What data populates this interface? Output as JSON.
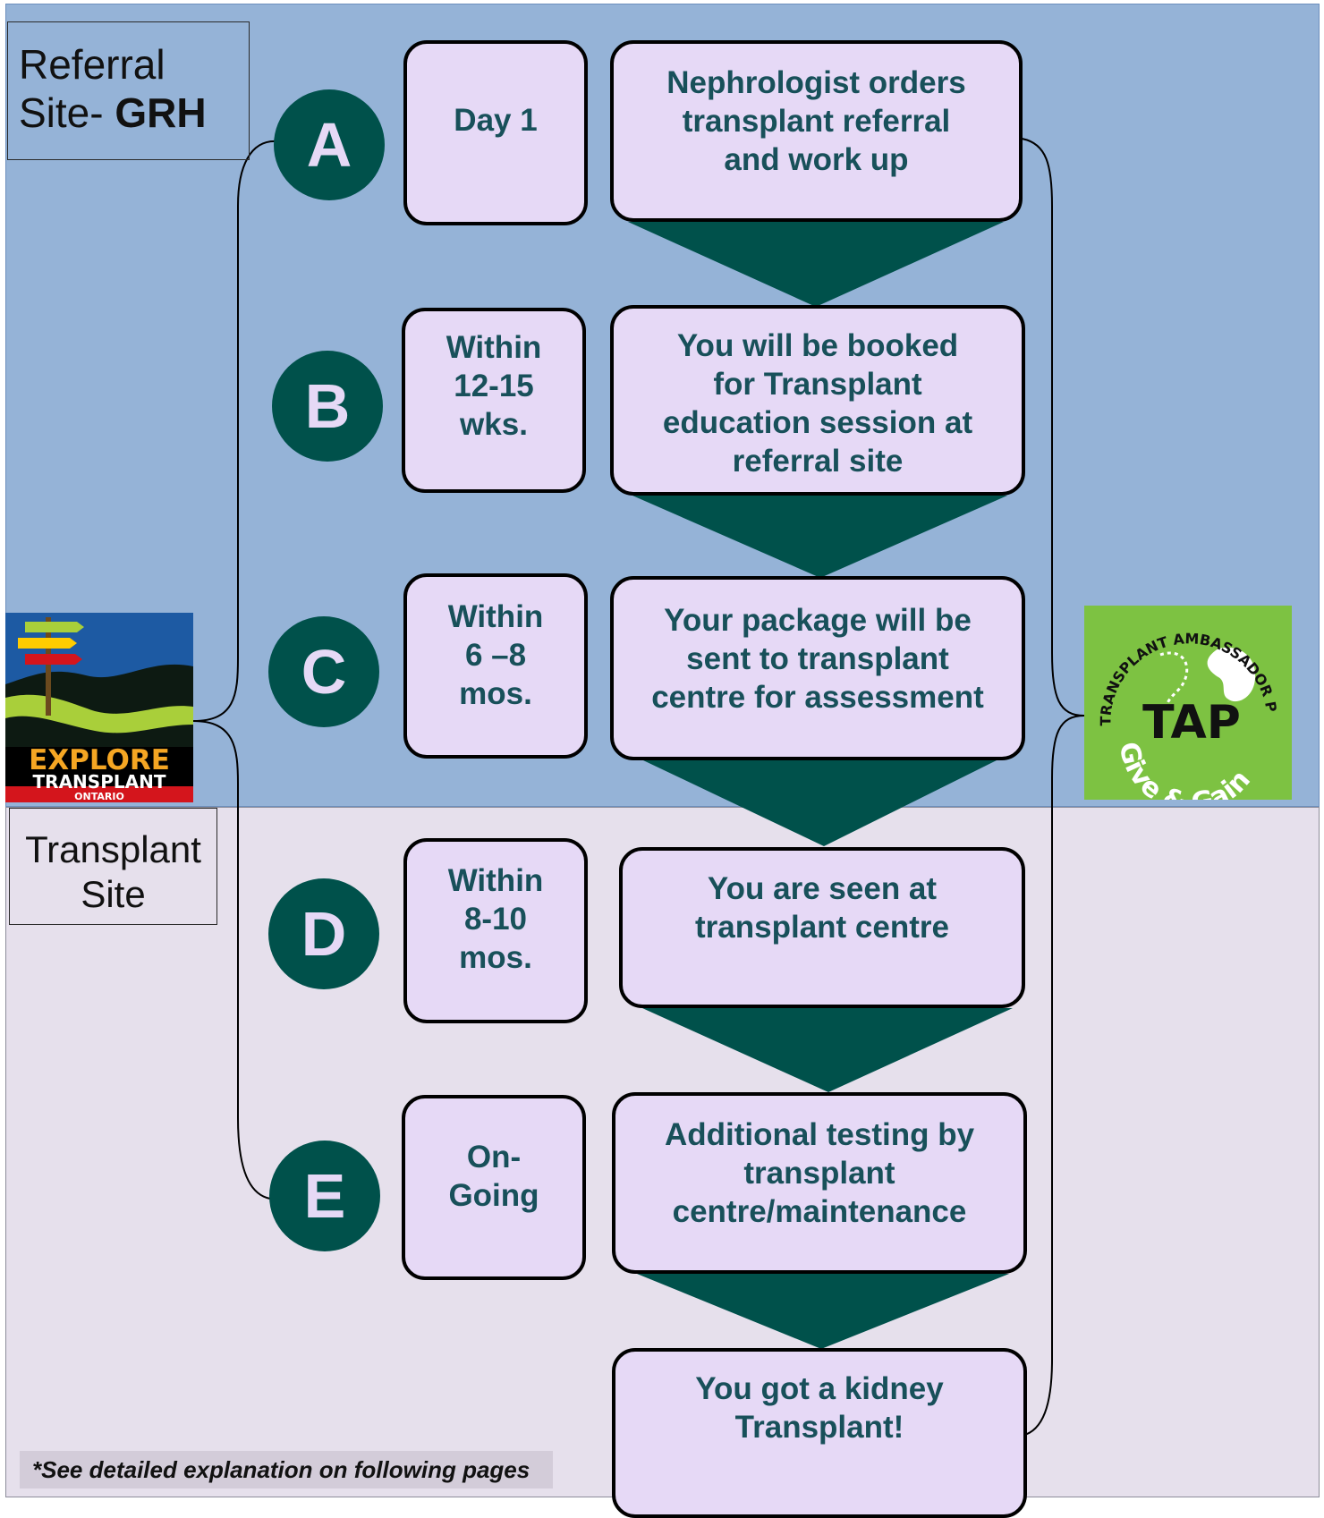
{
  "sections": {
    "referral_label_prefix": "Referral\nSite- ",
    "referral_label_bold": "GRH",
    "transplant_label": "Transplant\nSite"
  },
  "steps": [
    {
      "letter": "A",
      "timeframe": "Day 1",
      "description": "Nephrologist orders\ntransplant referral\nand work up"
    },
    {
      "letter": "B",
      "timeframe": "Within\n12-15\nwks.",
      "description": "You will be booked\nfor Transplant\neducation session at\nreferral site"
    },
    {
      "letter": "C",
      "timeframe": "Within\n6 –8\nmos.",
      "description": "Your package will be\nsent to transplant\ncentre for assessment"
    },
    {
      "letter": "D",
      "timeframe": "Within\n8-10\nmos.",
      "description": "You are seen at\ntransplant centre"
    },
    {
      "letter": "E",
      "timeframe": "On-\nGoing",
      "description": "Additional testing by\ntransplant\ncentre/maintenance"
    }
  ],
  "final_box": "You got a kidney\nTransplant!",
  "footnote": "*See detailed explanation on following pages",
  "logos": {
    "explore": {
      "line1": "EXPLORE",
      "line2": "TRANSPLANT",
      "line3": "ONTARIO"
    },
    "tap": {
      "arc_text": "TRANSPLANT AMBASSADOR PROGRAM",
      "name": "TAP",
      "tagline": "Give & Gain"
    }
  },
  "colors": {
    "referral_bg": "#95b3d7",
    "transplant_bg": "#e6e0ec",
    "circle": "#00514b",
    "box_fill": "#e6d9f6",
    "box_text": "#18505a",
    "arrow": "#00514b"
  }
}
